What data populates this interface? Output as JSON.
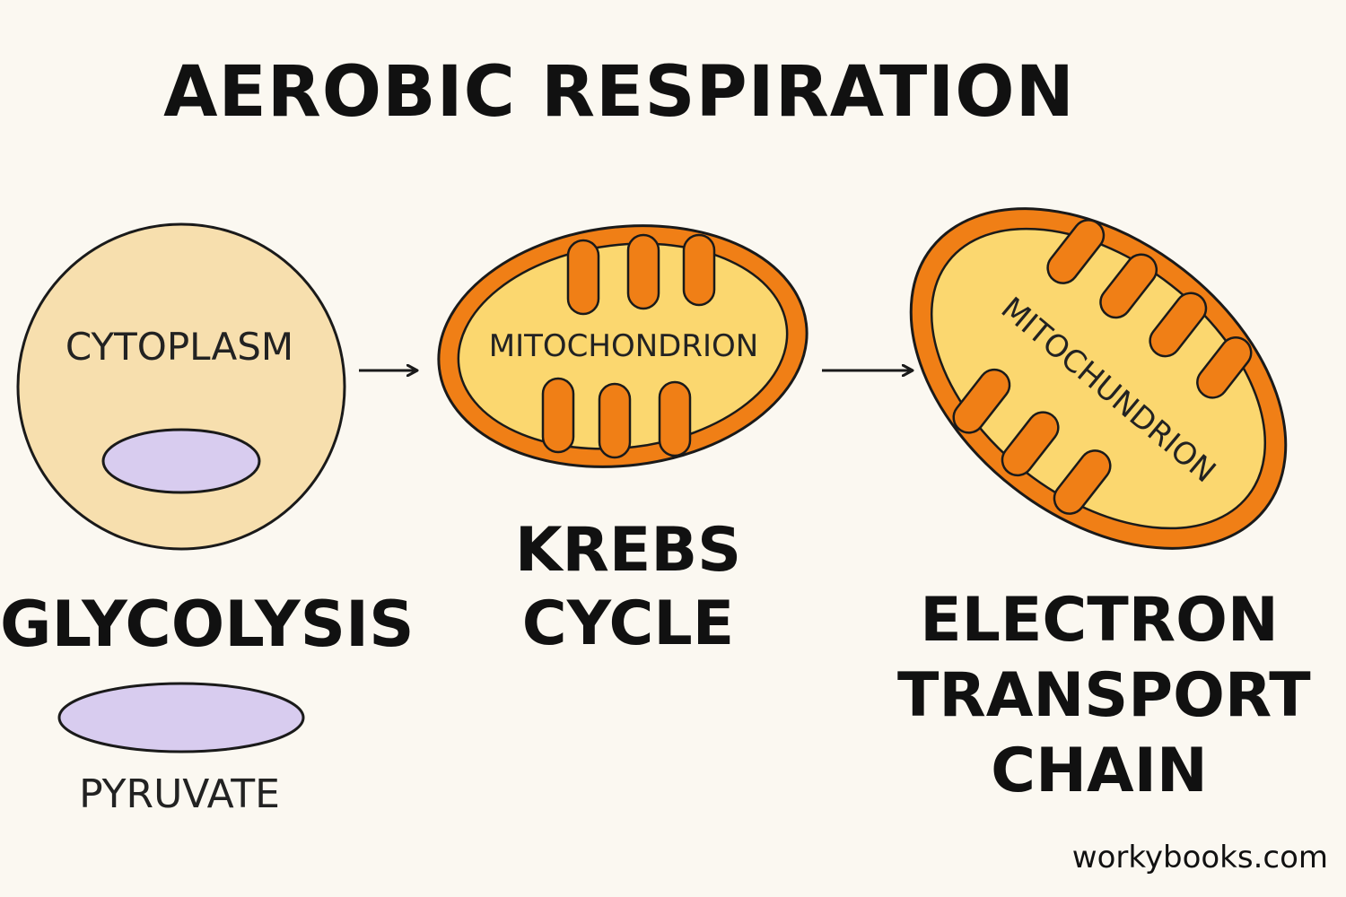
{
  "title": "AEROBIC RESPIRATION",
  "stages": [
    {
      "location_label": "CYTOPLASM",
      "name_lines": [
        "GLYCOLYSIS"
      ],
      "product_label": "PYRUVATE"
    },
    {
      "location_label": "MITOCHONDRION",
      "name_lines": [
        "KREBS",
        "CYCLE"
      ]
    },
    {
      "location_label": "MITOCHUNDRION",
      "name_lines": [
        "ELECTRON",
        "TRANSPORT",
        "CHAIN"
      ]
    }
  ],
  "footer": "workybooks.com",
  "colors": {
    "background": "#fbf8f1",
    "cytoplasm_fill": "#f7dfae",
    "pyruvate_fill": "#d8ccef",
    "mito_outer": "#f07f16",
    "mito_inner": "#fbd76f",
    "outline": "#1a1a1a"
  }
}
